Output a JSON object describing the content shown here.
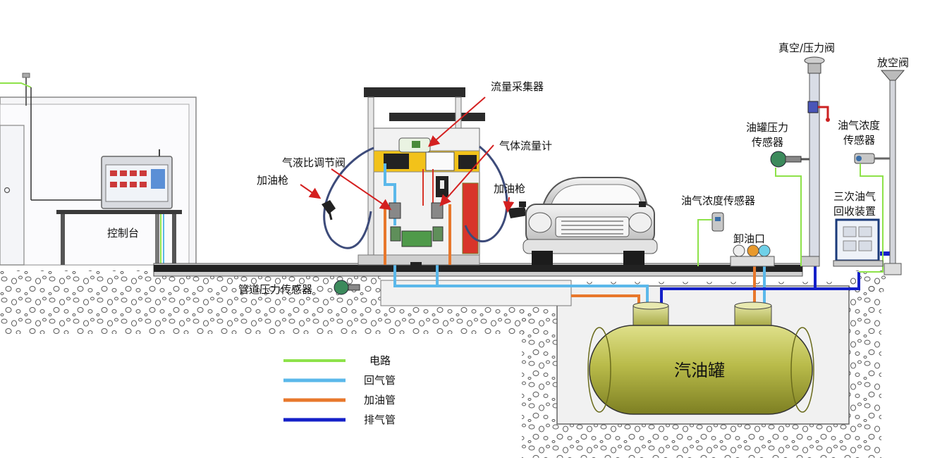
{
  "labels": {
    "console": "控制台",
    "nozzle_left": "加油枪",
    "nozzle_right": "加油枪",
    "ratio_valve": "气液比调节阀",
    "flow_collector": "流量采集器",
    "gas_flowmeter": "气体流量计",
    "pipe_pressure_sensor": "管道压力传感器",
    "vapor_sensor_ground": "油气浓度传感器",
    "unload_port": "卸油口",
    "tank_pressure_sensor_line1": "油罐压力",
    "tank_pressure_sensor_line2": "传感器",
    "vacuum_valve": "真空/压力阀",
    "vent_valve": "放空阀",
    "vapor_sensor_top_line1": "油气浓度",
    "vapor_sensor_top_line2": "传感器",
    "recovery_line1": "三次油气",
    "recovery_line2": "回收装置",
    "tank": "汽油罐"
  },
  "legend": [
    {
      "label": "电路",
      "color": "#8ee24a"
    },
    {
      "label": "回气管",
      "color": "#5bb8ea"
    },
    {
      "label": "加油管",
      "color": "#e8782c"
    },
    {
      "label": "排气管",
      "color": "#1420c8"
    }
  ],
  "colors": {
    "circuit": "#8ee24a",
    "vapor_return": "#5bb8ea",
    "fuel": "#e8782c",
    "exhaust": "#1420c8",
    "arrow": "#d42020",
    "tank_body": "#b9bb4a",
    "pump_yellow": "#f2c21a",
    "ground": "#222222"
  }
}
